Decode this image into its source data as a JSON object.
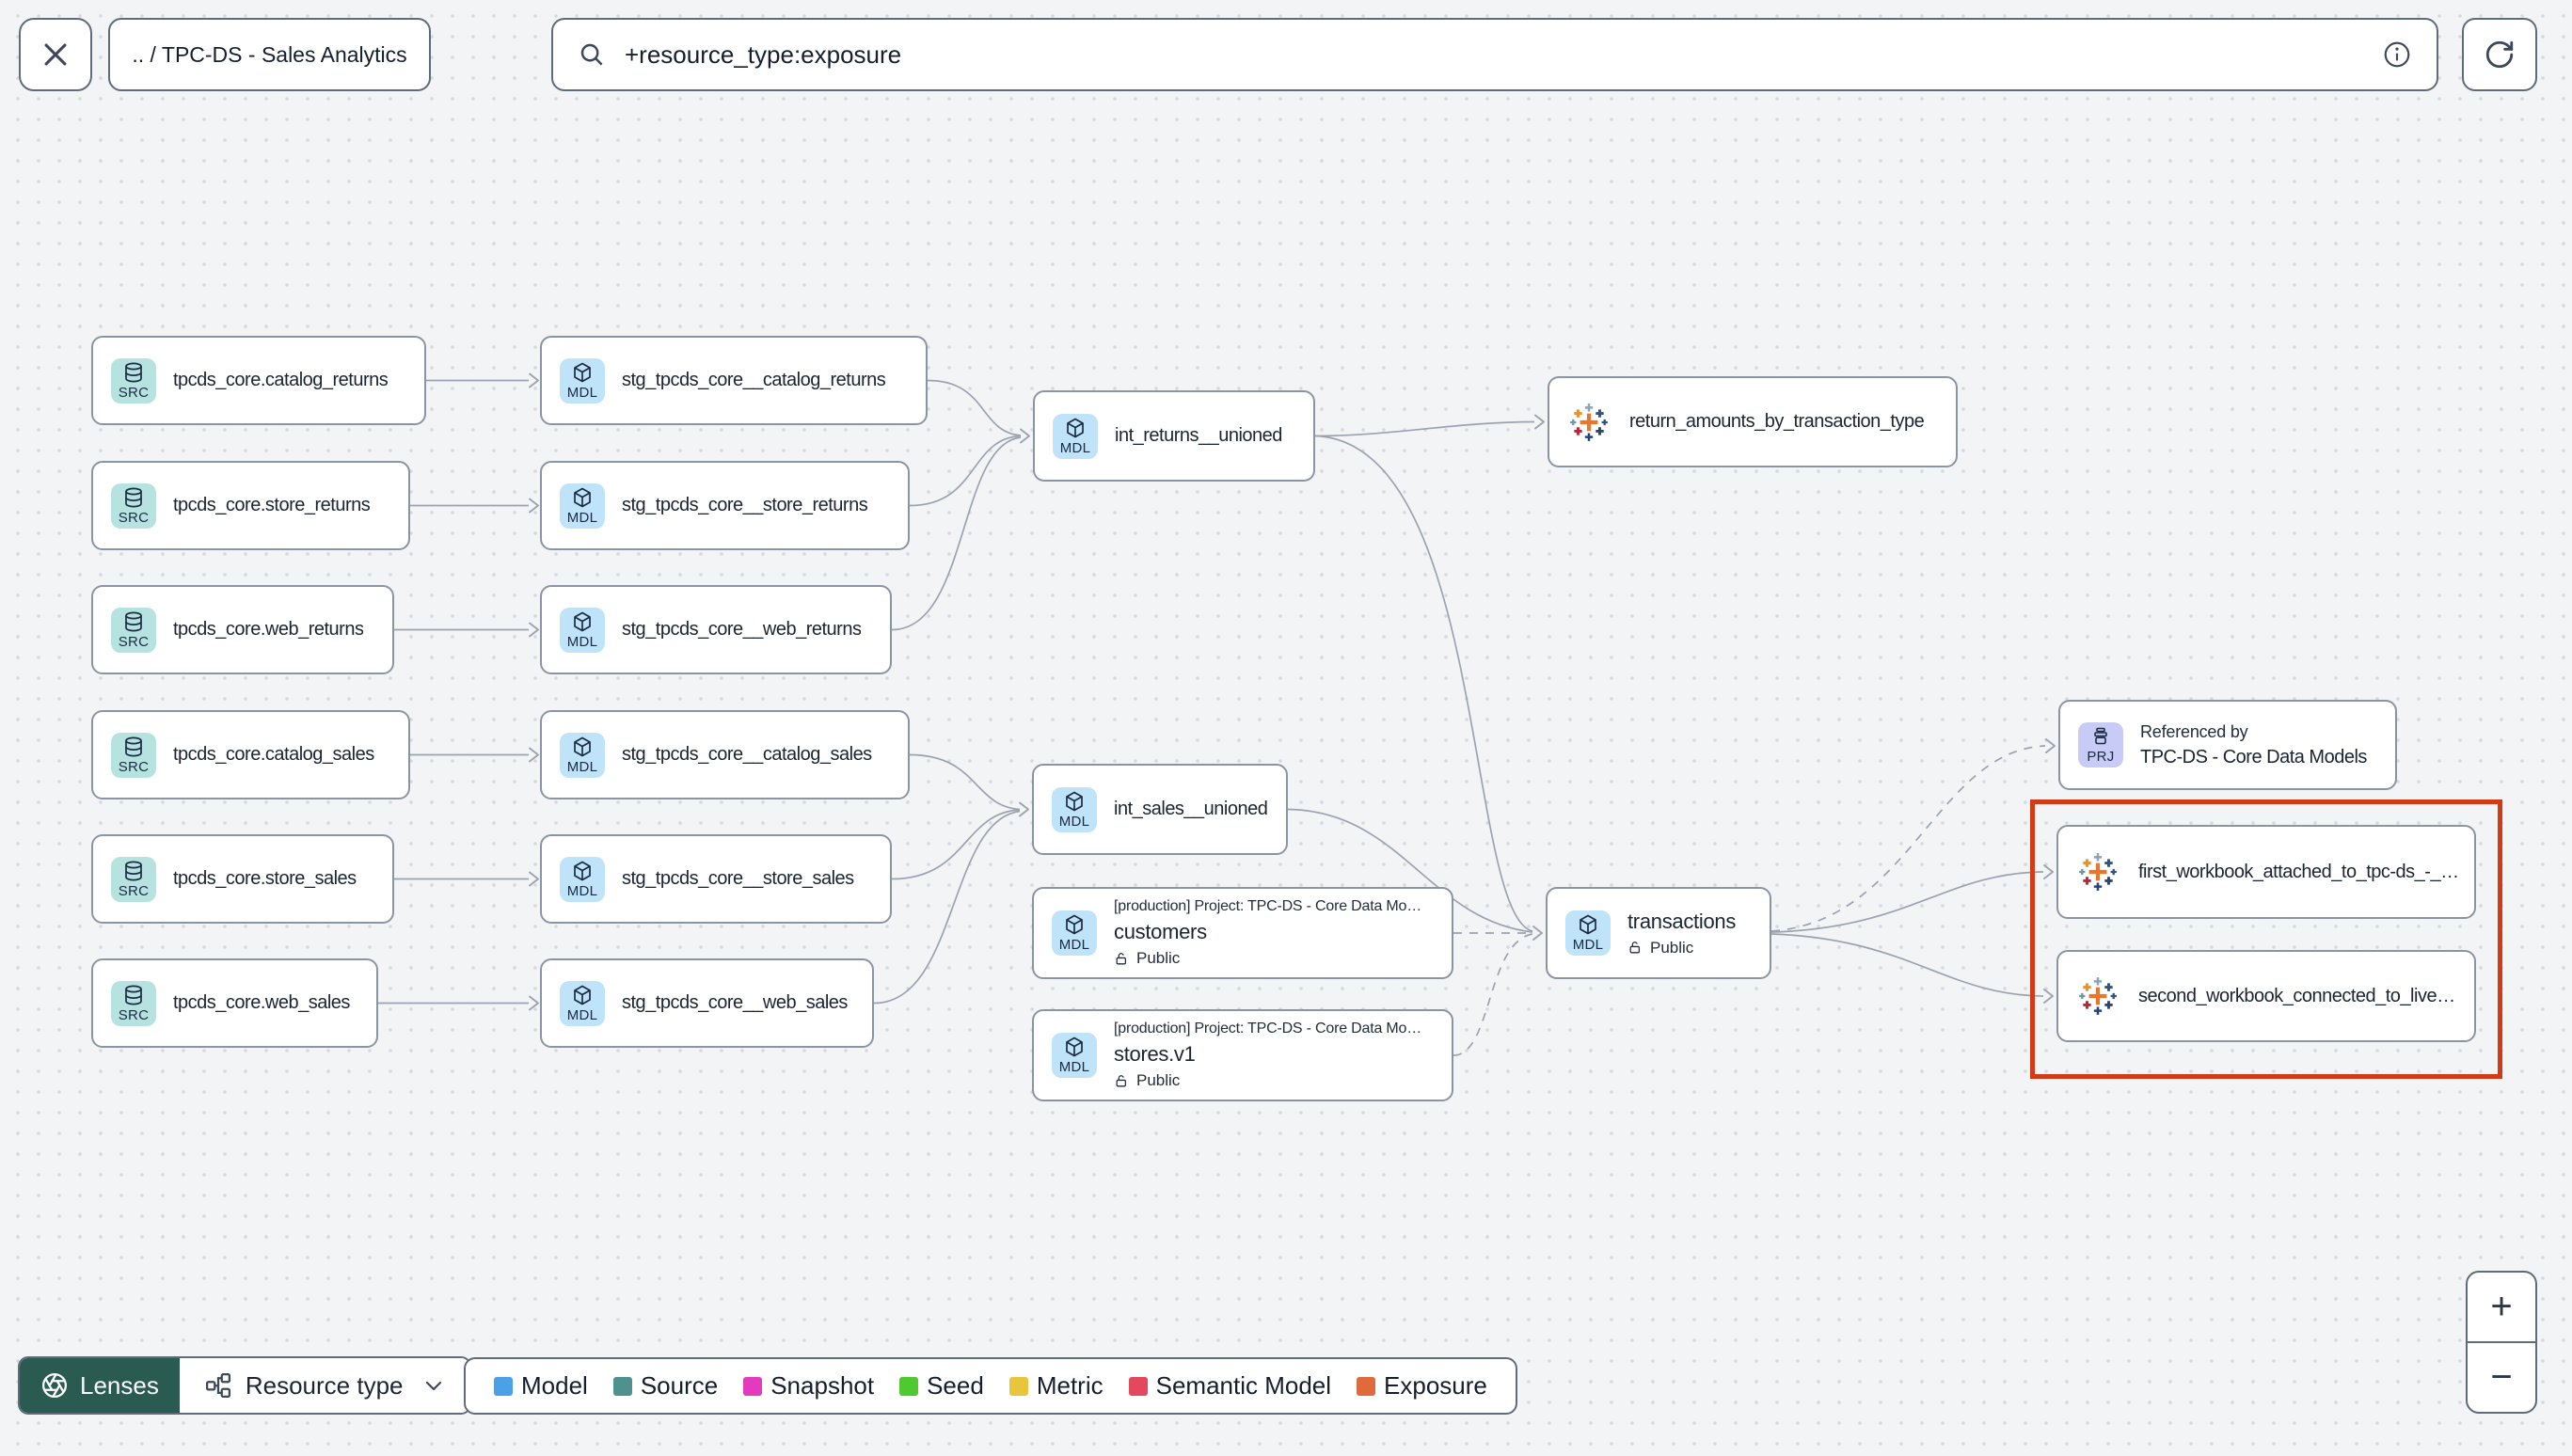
{
  "topbar": {
    "breadcrumb": ".. / TPC-DS - Sales Analytics",
    "search": {
      "value": "+resource_type:exposure"
    }
  },
  "nodes": {
    "sources": [
      {
        "badge": "SRC",
        "label": "tpcds_core.catalog_returns"
      },
      {
        "badge": "SRC",
        "label": "tpcds_core.store_returns"
      },
      {
        "badge": "SRC",
        "label": "tpcds_core.web_returns"
      },
      {
        "badge": "SRC",
        "label": "tpcds_core.catalog_sales"
      },
      {
        "badge": "SRC",
        "label": "tpcds_core.store_sales"
      },
      {
        "badge": "SRC",
        "label": "tpcds_core.web_sales"
      }
    ],
    "staging": [
      {
        "badge": "MDL",
        "label": "stg_tpcds_core__catalog_returns"
      },
      {
        "badge": "MDL",
        "label": "stg_tpcds_core__store_returns"
      },
      {
        "badge": "MDL",
        "label": "stg_tpcds_core__web_returns"
      },
      {
        "badge": "MDL",
        "label": "stg_tpcds_core__catalog_sales"
      },
      {
        "badge": "MDL",
        "label": "stg_tpcds_core__store_sales"
      },
      {
        "badge": "MDL",
        "label": "stg_tpcds_core__web_sales"
      }
    ],
    "int_returns": {
      "badge": "MDL",
      "label": "int_returns__unioned"
    },
    "int_sales": {
      "badge": "MDL",
      "label": "int_sales__unioned"
    },
    "customers": {
      "badge": "MDL",
      "project": "[production] Project: TPC-DS - Core Data Mo…",
      "label": "customers",
      "access": "Public"
    },
    "stores": {
      "badge": "MDL",
      "project": "[production] Project: TPC-DS - Core Data Mo…",
      "label": "stores.v1",
      "access": "Public"
    },
    "return_amounts": {
      "label": "return_amounts_by_transaction_type"
    },
    "transactions": {
      "badge": "MDL",
      "label": "transactions",
      "access": "Public"
    },
    "referenced_by": {
      "badge": "PRJ",
      "title": "Referenced by",
      "label": "TPC-DS - Core Data Models"
    },
    "workbook1": {
      "label": "first_workbook_attached_to_tpc-ds_-_…"
    },
    "workbook2": {
      "label": "second_workbook_connected_to_live…"
    }
  },
  "toolbar": {
    "lenses_label": "Lenses",
    "resource_type_label": "Resource type"
  },
  "legend": {
    "items": [
      {
        "label": "Model",
        "color": "#4ba1e8"
      },
      {
        "label": "Source",
        "color": "#4f918e"
      },
      {
        "label": "Snapshot",
        "color": "#e23bbe"
      },
      {
        "label": "Seed",
        "color": "#4ec932"
      },
      {
        "label": "Metric",
        "color": "#e9c53e"
      },
      {
        "label": "Semantic Model",
        "color": "#e4485f"
      },
      {
        "label": "Exposure",
        "color": "#df6a3c"
      }
    ]
  },
  "zoom_controls": {
    "zoom_in": "+",
    "zoom_out": "−"
  },
  "colors": {
    "highlight": "#d23b17",
    "src_badge_bg": "#b6e3e0",
    "mdl_badge_bg": "#bfe3f8",
    "prj_badge_bg": "#c7cbf6",
    "lenses_bg": "#2a5b51"
  }
}
